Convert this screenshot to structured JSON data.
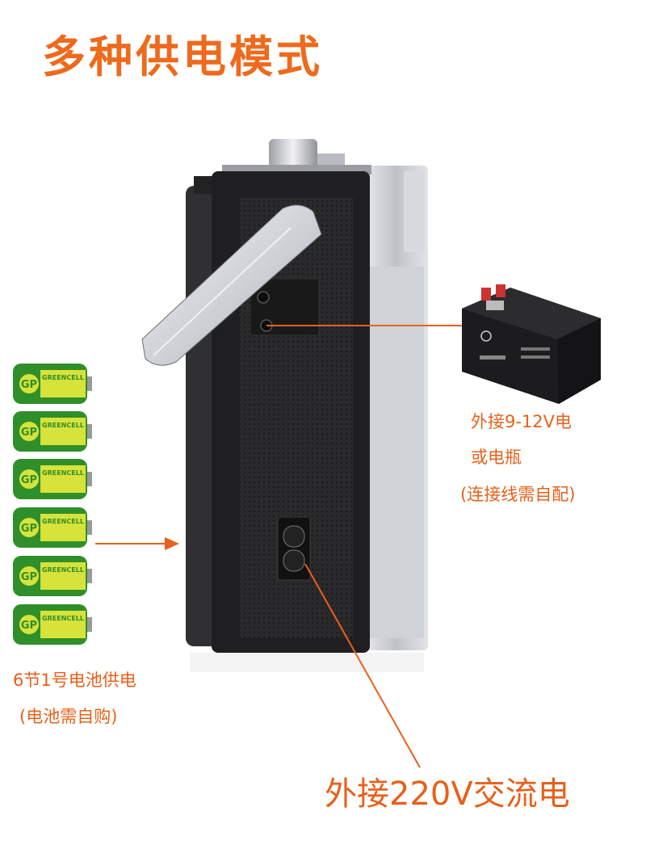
{
  "title": "多种供电模式",
  "external_battery": {
    "line1": "外接9-12V电",
    "line2": "或电瓶",
    "line3": "(连接线需自配)"
  },
  "d_cells": {
    "line1": "6节1号电池供电",
    "line2": "(电池需自购)",
    "count": 6,
    "brand": "GP",
    "model": "GREENCELL"
  },
  "ac_power": {
    "label": "外接220V交流电"
  },
  "colors": {
    "accent": "#e8601a",
    "battery_green": "#2f8f2a",
    "battery_yellow": "#d7e23a"
  }
}
